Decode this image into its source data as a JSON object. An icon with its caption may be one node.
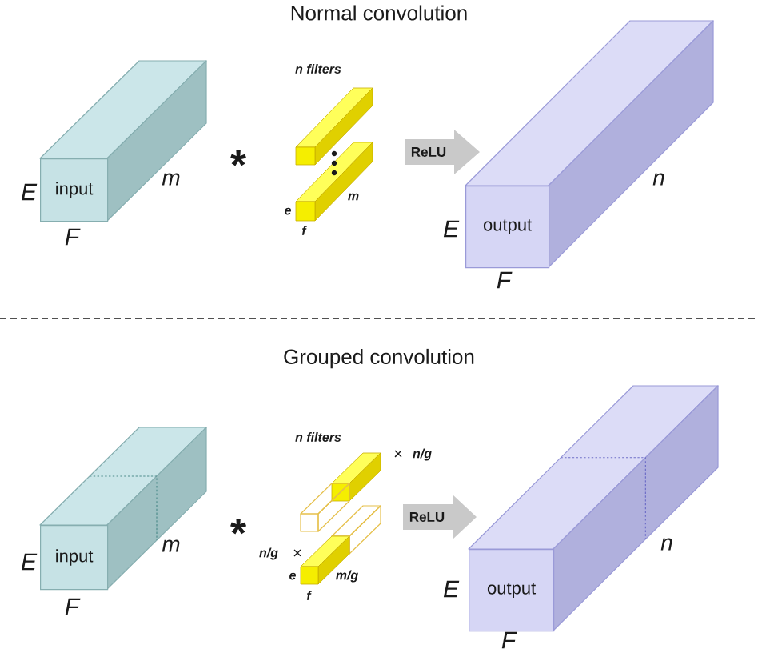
{
  "diagram": {
    "nodes": [
      {
        "text": [
          "input"
        ],
        "beside": [
          "E",
          "F",
          "m"
        ]
      },
      {
        "text": [
          "ReLU"
        ]
      },
      {
        "text": [
          "output"
        ],
        "beside": [
          "E",
          "F",
          "n"
        ]
      },
      {
        "text": [
          "input"
        ],
        "beside": [
          "E",
          "F",
          "m"
        ]
      },
      {
        "text": [
          "ReLU"
        ]
      },
      {
        "text": [
          "output"
        ],
        "beside": [
          "E",
          "F",
          "n"
        ]
      }
    ],
    "labels": [
      "Normal convolution",
      "*",
      "n filters",
      "m",
      "e",
      "f",
      "Grouped convolution",
      "*",
      "n filters",
      "×",
      "n/g",
      "n/g",
      "×",
      "e",
      "m/g",
      "f"
    ]
  }
}
